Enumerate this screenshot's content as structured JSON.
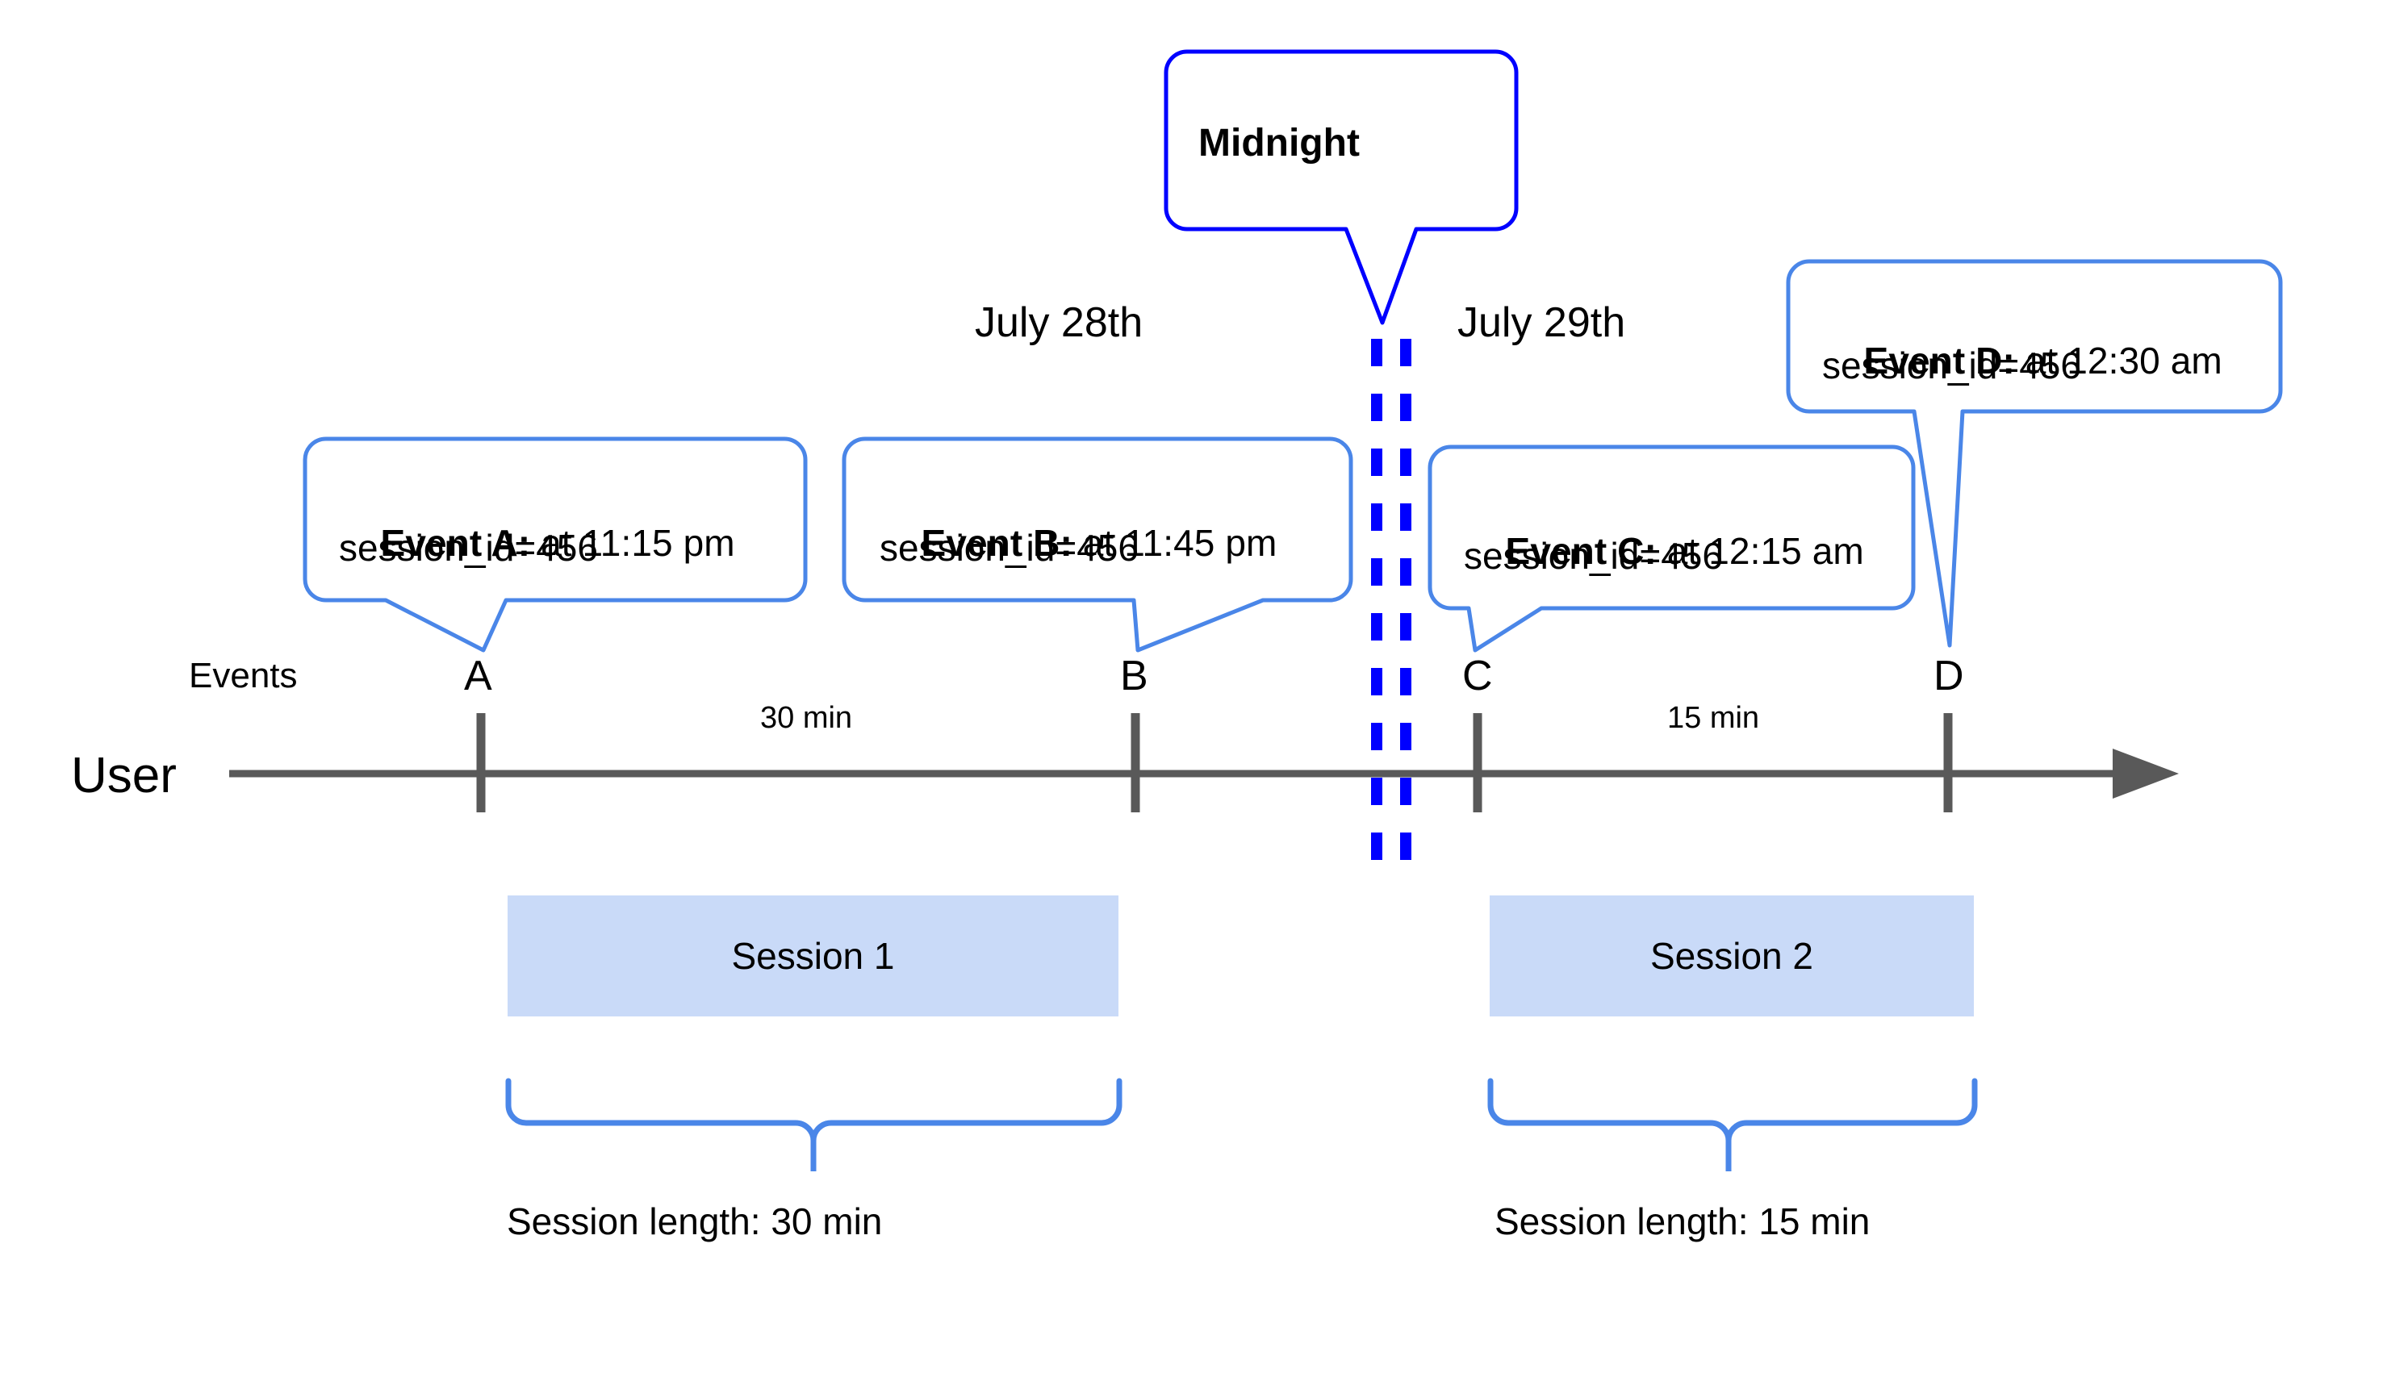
{
  "diagram": {
    "title_annotation": "Midnight",
    "days": [
      {
        "label": "July 28th"
      },
      {
        "label": "July 29th"
      }
    ],
    "axis": {
      "row_label": "User",
      "events_label": "Events",
      "arrow_icon": "arrow-right-icon"
    },
    "events": [
      {
        "tick": "A",
        "name": "Event A:",
        "detail": " at 11:15 pm",
        "session_id": "session_id=456"
      },
      {
        "tick": "B",
        "name": "Event B:",
        "detail": " at 11:45 pm",
        "session_id": "session_id=456"
      },
      {
        "tick": "C",
        "name": "Event C:",
        "detail": " at 12:15 am",
        "session_id": "session_id=456"
      },
      {
        "tick": "D",
        "name": "Event D:",
        "detail": " at 12:30 am",
        "session_id": "session_id=456"
      }
    ],
    "gaps": [
      {
        "label": "30 min"
      },
      {
        "label": "15 min"
      }
    ],
    "sessions": [
      {
        "label": "Session 1",
        "length_label": "Session length: 30 min"
      },
      {
        "label": "Session 2",
        "length_label": "Session length: 15 min"
      }
    ],
    "colors": {
      "callout_border": "#4a86e8",
      "midnight_border": "#0000ff",
      "midnight_dash": "#0000ff",
      "session_fill": "#c9daf8",
      "brace": "#4a86e8",
      "axis": "#595959",
      "text": "#000000",
      "background": "#ffffff"
    }
  }
}
